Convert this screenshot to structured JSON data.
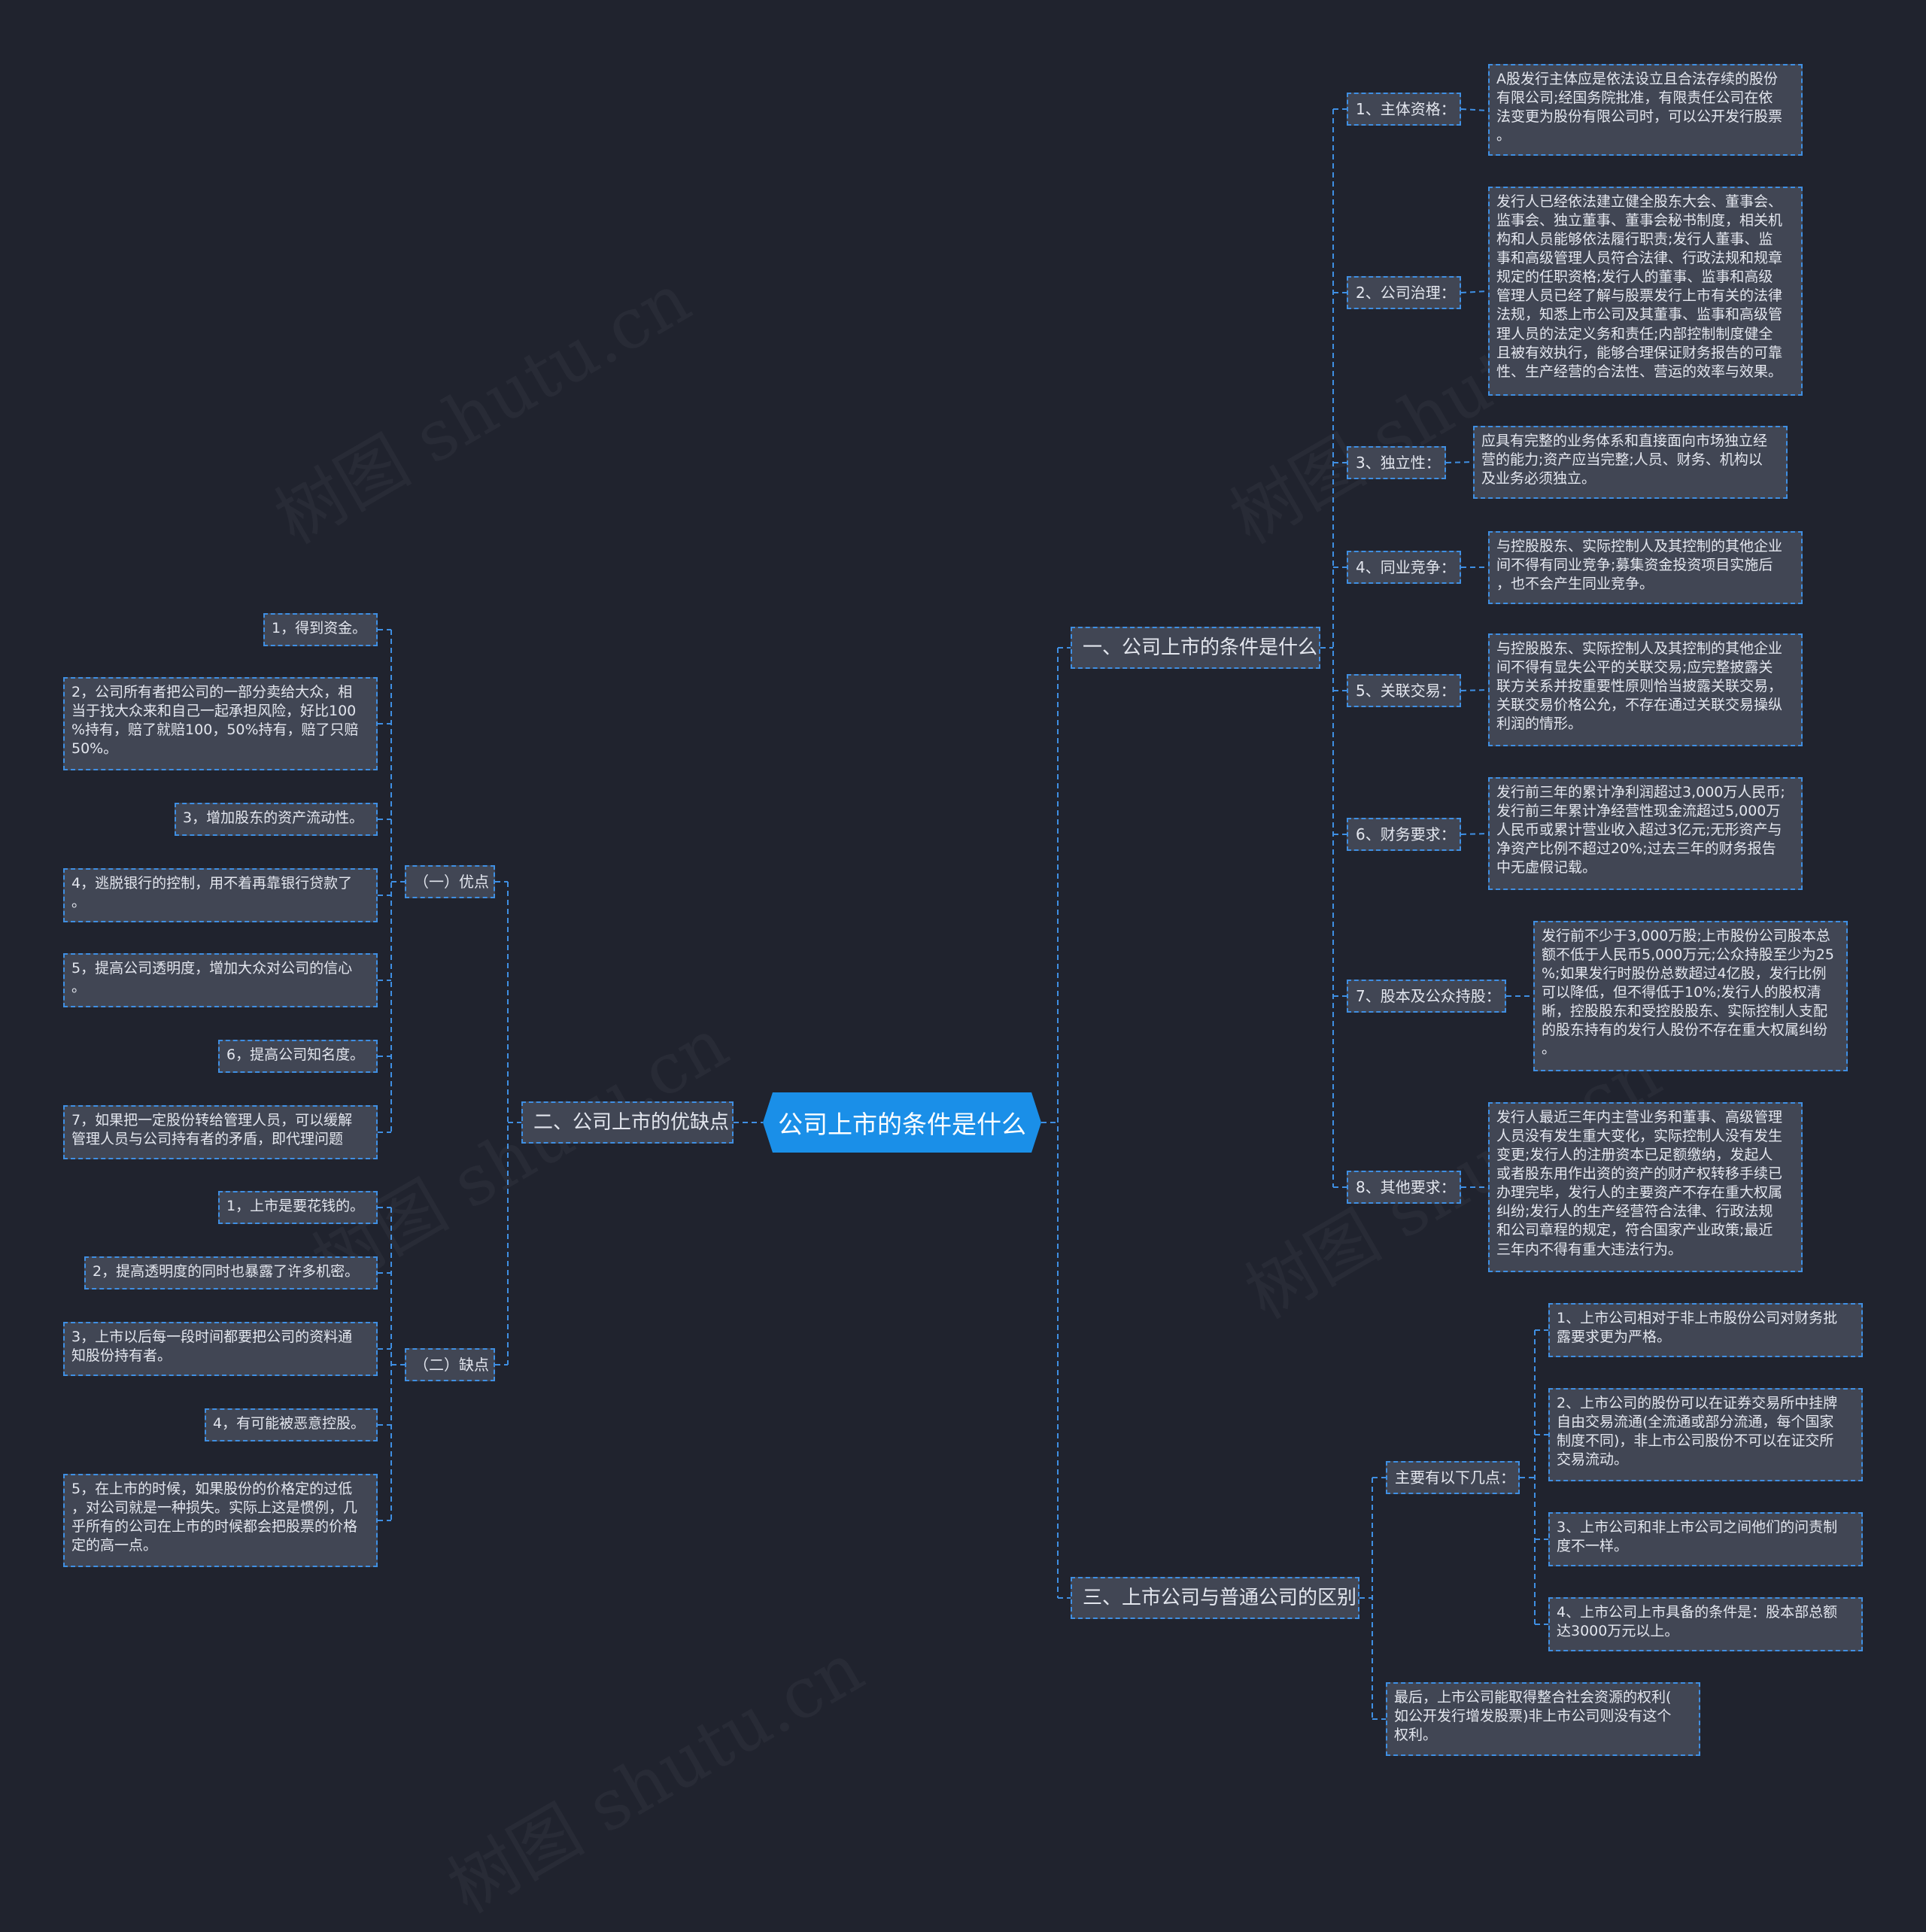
{
  "root": {
    "label": "公司上市的条件是什么"
  },
  "watermark": "树图 shutu.cn",
  "colors": {
    "background": "#20232e",
    "node_fill": "#414654",
    "connector": "#3f8fe3",
    "root_fill": "#1a8fe8",
    "text": "#e3e6ee"
  },
  "branches": {
    "conditions": {
      "label": "一、公司上市的条件是什么",
      "items": [
        {
          "label": "1、主体资格：",
          "detail": "A股发行主体应是依法设立且合法存续的股份\n有限公司;经国务院批准，有限责任公司在依\n法变更为股份有限公司时，可以公开发行股票\n。"
        },
        {
          "label": "2、公司治理：",
          "detail": "发行人已经依法建立健全股东大会、董事会、\n监事会、独立董事、董事会秘书制度，相关机\n构和人员能够依法履行职责;发行人董事、监\n事和高级管理人员符合法律、行政法规和规章\n规定的任职资格;发行人的董事、监事和高级\n管理人员已经了解与股票发行上市有关的法律\n法规，知悉上市公司及其董事、监事和高级管\n理人员的法定义务和责任;内部控制制度健全\n且被有效执行，能够合理保证财务报告的可靠\n性、生产经营的合法性、营运的效率与效果。"
        },
        {
          "label": "3、独立性：",
          "detail": "应具有完整的业务体系和直接面向市场独立经\n营的能力;资产应当完整;人员、财务、机构以\n及业务必须独立。"
        },
        {
          "label": "4、同业竞争：",
          "detail": "与控股股东、实际控制人及其控制的其他企业\n间不得有同业竞争;募集资金投资项目实施后\n，也不会产生同业竞争。"
        },
        {
          "label": "5、关联交易：",
          "detail": "与控股股东、实际控制人及其控制的其他企业\n间不得有显失公平的关联交易;应完整披露关\n联方关系并按重要性原则恰当披露关联交易，\n关联交易价格公允，不存在通过关联交易操纵\n利润的情形。"
        },
        {
          "label": "6、财务要求：",
          "detail": "发行前三年的累计净利润超过3,000万人民币;\n发行前三年累计净经营性现金流超过5,000万\n人民币或累计营业收入超过3亿元;无形资产与\n净资产比例不超过20%;过去三年的财务报告\n中无虚假记载。"
        },
        {
          "label": "7、股本及公众持股：",
          "detail": "发行前不少于3,000万股;上市股份公司股本总\n额不低于人民币5,000万元;公众持股至少为25\n%;如果发行时股份总数超过4亿股，发行比例\n可以降低，但不得低于10%;发行人的股权清\n晰，控股股东和受控股股东、实际控制人支配\n的股东持有的发行人股份不存在重大权属纠纷\n。"
        },
        {
          "label": "8、其他要求：",
          "detail": "发行人最近三年内主营业务和董事、高级管理\n人员没有发生重大变化，实际控制人没有发生\n变更;发行人的注册资本已足额缴纳，发起人\n或者股东用作出资的资产的财产权转移手续已\n办理完毕，发行人的主要资产不存在重大权属\n纠纷;发行人的生产经营符合法律、行政法规\n和公司章程的规定，符合国家产业政策;最近\n三年内不得有重大违法行为。"
        }
      ]
    },
    "pros_cons": {
      "label": "二、公司上市的优缺点",
      "pros": {
        "label": "（一）优点",
        "items": [
          "1，得到资金。",
          "2，公司所有者把公司的一部分卖给大众，相\n当于找大众来和自己一起承担风险，好比100\n%持有，赔了就赔100，50%持有，赔了只赔\n50%。",
          "3，增加股东的资产流动性。",
          "4，逃脱银行的控制，用不着再靠银行贷款了\n。",
          "5，提高公司透明度，增加大众对公司的信心\n。",
          "6，提高公司知名度。",
          "7，如果把一定股份转给管理人员，可以缓解\n管理人员与公司持有者的矛盾，即代理问题"
        ]
      },
      "cons": {
        "label": "（二）缺点",
        "items": [
          "1，上市是要花钱的。",
          "2，提高透明度的同时也暴露了许多机密。",
          "3，上市以后每一段时间都要把公司的资料通\n知股份持有者。",
          "4，有可能被恶意控股。",
          "5，在上市的时候，如果股份的价格定的过低\n，对公司就是一种损失。实际上这是惯例，几\n乎所有的公司在上市的时候都会把股票的价格\n定的高一点。"
        ]
      }
    },
    "difference": {
      "label": "三、上市公司与普通公司的区别",
      "points": {
        "label": "主要有以下几点：",
        "items": [
          "1、上市公司相对于非上市股份公司对财务批\n露要求更为严格。",
          "2、上市公司的股份可以在证券交易所中挂牌\n自由交易流通(全流通或部分流通，每个国家\n制度不同)，非上市公司股份不可以在证交所\n交易流动。",
          "3、上市公司和非上市公司之间他们的问责制\n度不一样。",
          "4、上市公司上市具备的条件是：股本部总额\n达3000万元以上。"
        ]
      },
      "finally": "最后，上市公司能取得整合社会资源的权利(\n如公开发行增发股票)非上市公司则没有这个\n权利。"
    }
  }
}
